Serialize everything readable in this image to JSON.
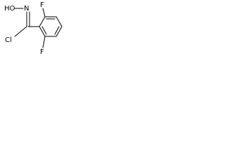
{
  "structure": {
    "labels": {
      "hydroxyl": "HO",
      "nitrogen": "N",
      "chlorine": "Cl",
      "fluorine_top": "F",
      "fluorine_bottom": "F"
    },
    "colors": {
      "ink": "#000000",
      "background": "#ffffff"
    }
  }
}
